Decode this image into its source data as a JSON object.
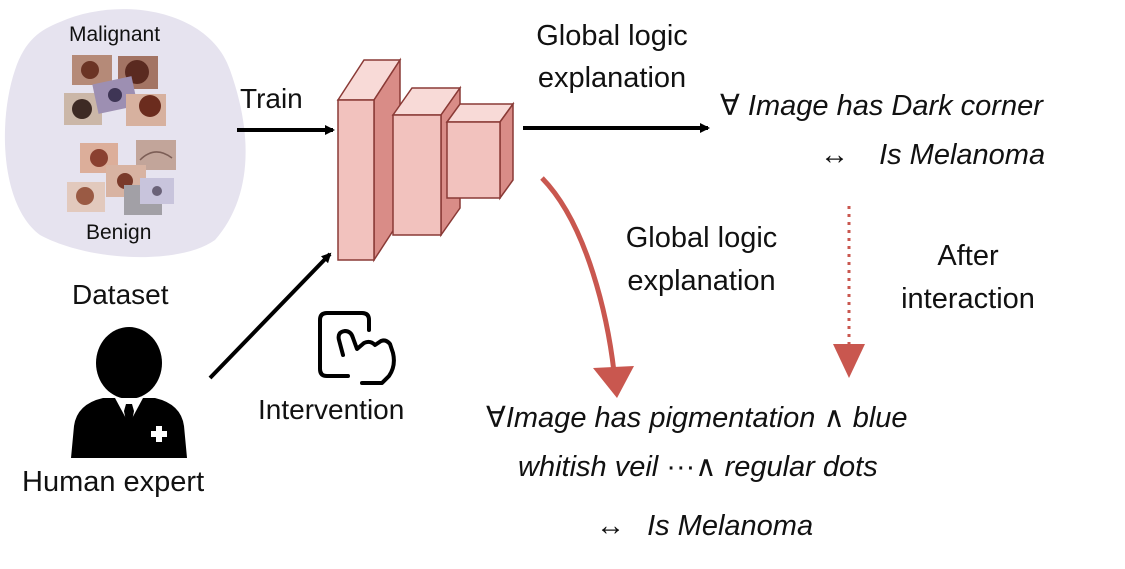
{
  "dataset": {
    "malignant_label": "Malignant",
    "benign_label": "Benign",
    "caption": "Dataset"
  },
  "edges": {
    "train": "Train",
    "intervention": "Intervention",
    "global_logic_top_line1": "Global logic",
    "global_logic_top_line2": "explanation",
    "global_logic_mid_line1": "Global logic",
    "global_logic_mid_line2": "explanation",
    "after_line1": "After",
    "after_line2": "interaction"
  },
  "expert": {
    "caption": "Human expert"
  },
  "explanations": {
    "before": {
      "line1_symbol": "∀",
      "line1_text": "Image has Dark corner",
      "line2_symbol": "↔",
      "line2_text": "Is Melanoma"
    },
    "after": {
      "line1_symbol": "∀",
      "line1_text_a": "Image has pigmentation",
      "and_symbol": "∧",
      "line1_text_b": "blue",
      "line2_text_a": "whitish veil",
      "dots_symbol": "···",
      "line2_text_b": "regular dots",
      "line3_symbol": "↔",
      "line3_text": "Is Melanoma"
    }
  },
  "colors": {
    "cnn_front": "#f2c2be",
    "cnn_side": "#d98c87",
    "cnn_top": "#f8dad7",
    "cnn_stroke": "#8a3a36",
    "red_arrow": "#c9574f",
    "dataset_blob": "#e6e3ef",
    "black": "#000000"
  }
}
